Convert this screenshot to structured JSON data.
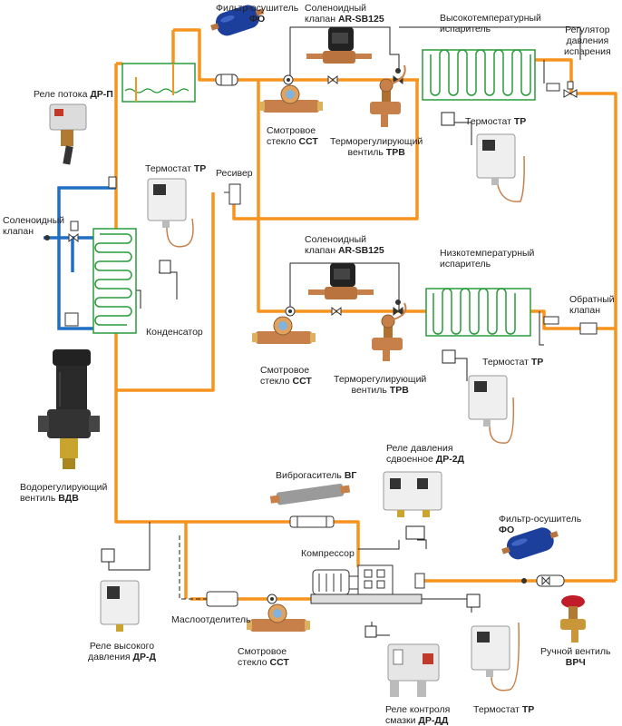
{
  "labels": {
    "filter_top": {
      "line1": "Фильтр-осушитель",
      "code": "ФО"
    },
    "solenoid_top": {
      "line1": "Соленоидный",
      "line2": "клапан",
      "code": "AR-SB125"
    },
    "evap_high": {
      "line1": "Высокотемпературный",
      "line2": "испаритель"
    },
    "pressure_regulator": {
      "line1": "Регулятор",
      "line2": "давления",
      "line3": "испарения"
    },
    "flow_relay": {
      "line1": "Реле потока",
      "code": "ДР-П"
    },
    "sight_glass_1": {
      "line1": "Смотровое",
      "line2": "стекло",
      "code": "ССТ"
    },
    "trv_1": {
      "line1": "Терморегулирующий",
      "line2": "вентиль",
      "code": "ТРВ"
    },
    "thermostat_high": {
      "line1": "Термостат",
      "code": "ТР"
    },
    "thermostat_cond": {
      "line1": "Термостат",
      "code": "ТР"
    },
    "receiver": {
      "line1": "Ресивер"
    },
    "solenoid_left": {
      "line1": "Соленоидный",
      "line2": "клапан"
    },
    "solenoid_mid": {
      "line1": "Соленоидный",
      "line2": "клапан",
      "code": "AR-SB125"
    },
    "evap_low": {
      "line1": "Низкотемпературный",
      "line2": "испаритель"
    },
    "check_valve": {
      "line1": "Обратный",
      "line2": "клапан"
    },
    "condenser": {
      "line1": "Конденсатор"
    },
    "sight_glass_2": {
      "line1": "Смотровое",
      "line2": "стекло",
      "code": "ССТ"
    },
    "trv_2": {
      "line1": "Терморегулирующий",
      "line2": "вентиль",
      "code": "ТРВ"
    },
    "thermostat_low": {
      "line1": "Термостат",
      "code": "ТР"
    },
    "dual_pressure_relay": {
      "line1": "Реле давления",
      "line2": "сдвоенное",
      "code": "ДР-2Д"
    },
    "vibration_damper": {
      "line1": "Виброгаситель",
      "code": "ВГ"
    },
    "water_valve": {
      "line1": "Водорегулирующий",
      "line2": "вентиль",
      "code": "ВДВ"
    },
    "filter_bottom": {
      "line1": "Фильтр-осушитель",
      "code": "ФО"
    },
    "compressor": {
      "line1": "Компрессор"
    },
    "high_pressure_relay": {
      "line1": "Реле высокого",
      "line2": "давления",
      "code": "ДР-Д"
    },
    "oil_separator": {
      "line1": "Маслоотделитель"
    },
    "sight_glass_3": {
      "line1": "Смотровое",
      "line2": "стекло",
      "code": "ССТ"
    },
    "manual_valve": {
      "line1": "Ручной вентиль",
      "code": "ВРЧ"
    },
    "oil_relay": {
      "line1": "Реле контроля",
      "line2": "смазки",
      "code": "ДР-ДД"
    },
    "thermostat_bottom": {
      "line1": "Термостат",
      "code": "ТР"
    }
  },
  "colors": {
    "refrigerant_line": "#f7941d",
    "water_line": "#1f6fc4",
    "coil": "#2a9b3a",
    "control_wire": "#222222",
    "filter_body": "#1d3f9c",
    "copper": "#c8804a",
    "valve_red": "#c01c2a",
    "device_grey": "#d8d8d8"
  }
}
